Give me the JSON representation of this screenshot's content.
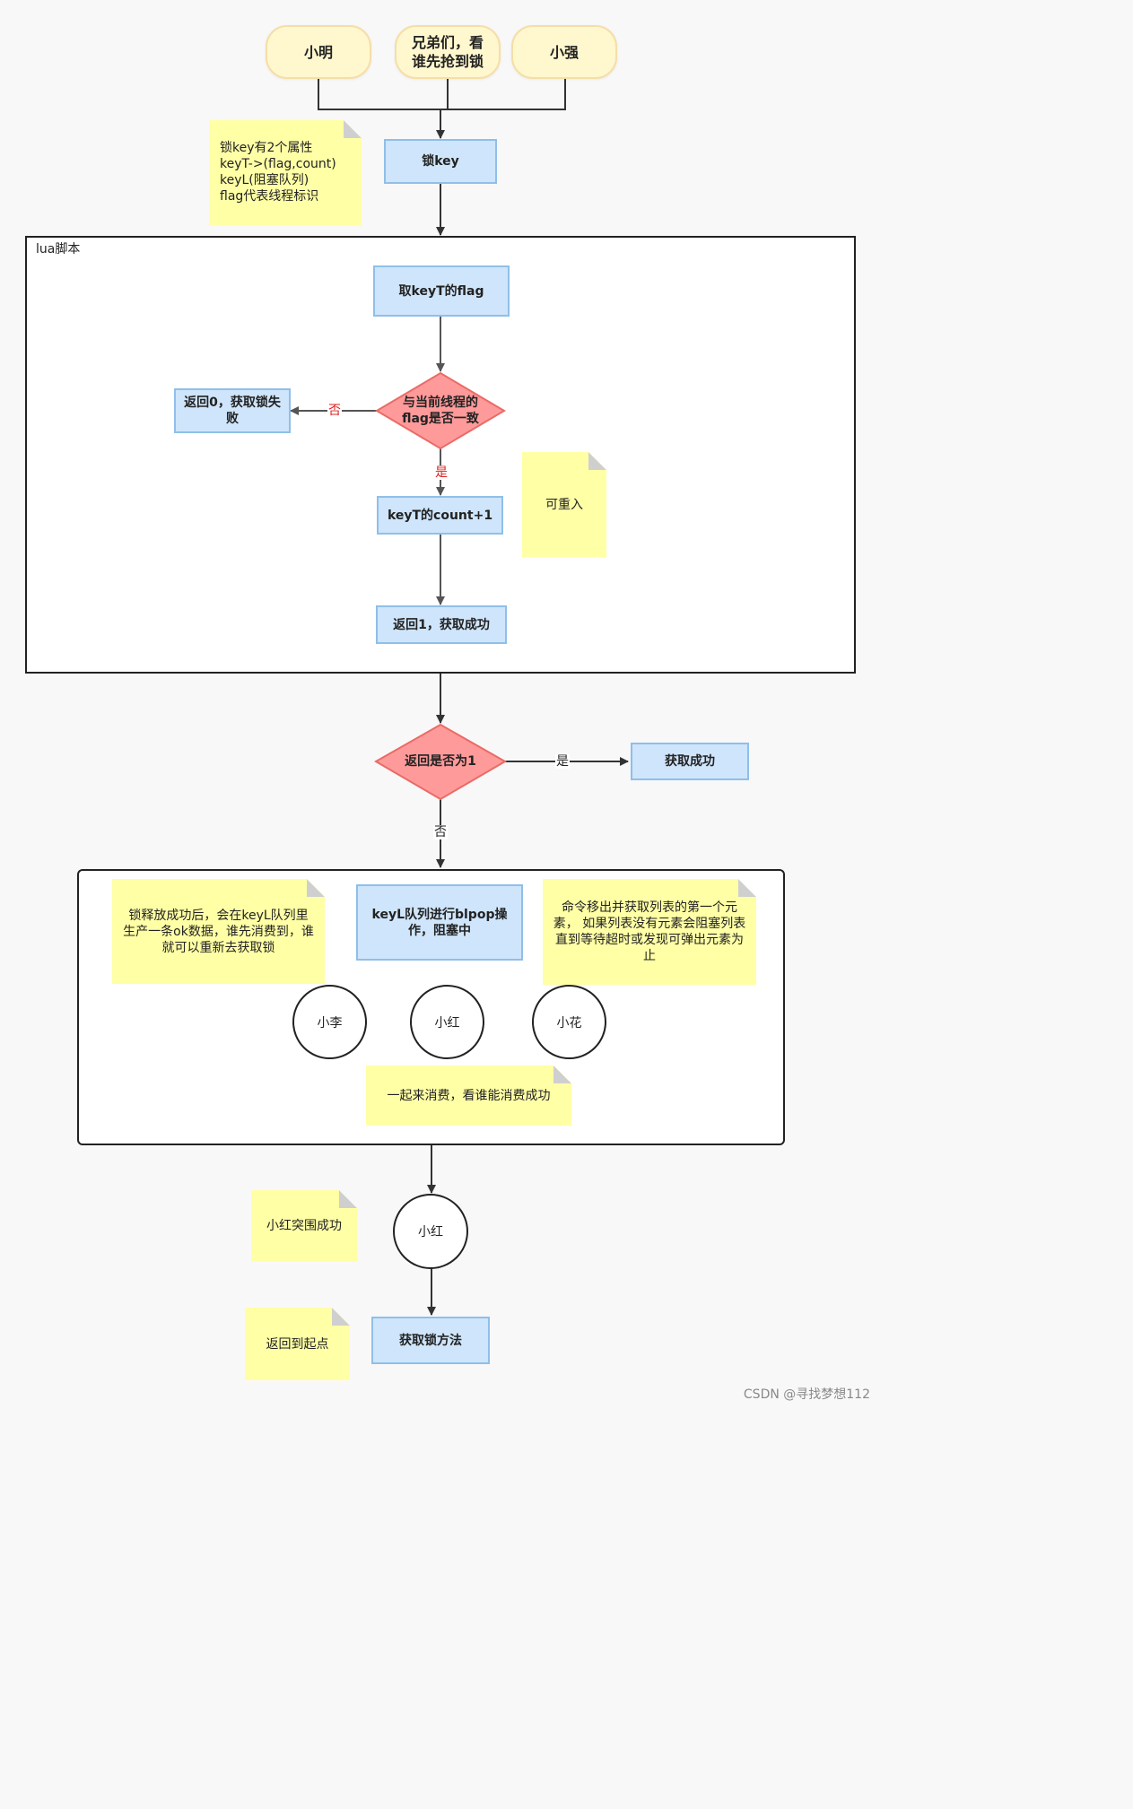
{
  "people": {
    "ming": "小明",
    "center": "兄弟们，看谁先抢到锁",
    "qiang": "小强"
  },
  "lock_key": "锁key",
  "note_attrs": [
    "锁key有2个属性",
    "keyT->(flag,count)",
    "keyL(阻塞队列)",
    "flag代表线程标识"
  ],
  "lua": {
    "label": "lua脚本",
    "get_flag": "取keyT的flag",
    "check": "与当前线程的flag是否一致",
    "fail": "返回0，获取锁失败",
    "count": "keyT的count+1",
    "success": "返回1，获取成功",
    "reentrant": "可重入",
    "no": "否",
    "yes": "是"
  },
  "result_check": "返回是否为1",
  "acquired": "获取成功",
  "edge_yes": "是",
  "edge_no": "否",
  "queue": {
    "note_release": "锁释放成功后，会在keyL队列里生产一条ok数据，谁先消费到，谁就可以重新去获取锁",
    "blpop": "keyL队列进行blpop操作，阻塞中",
    "note_blpop": "命令移出并获取列表的第一个元素， 如果列表没有元素会阻塞列表直到等待超时或发现可弹出元素为止",
    "consumers": [
      "小李",
      "小红",
      "小花"
    ],
    "note_consume": "一起来消费，看谁能消费成功"
  },
  "winner": "小红",
  "note_winner": "小红突围成功",
  "get_lock_method": "获取锁方法",
  "note_back": "返回到起点",
  "watermark": "CSDN @寻找梦想112",
  "colors": {
    "box_fill": "#cfe5fb",
    "box_border": "#8fbfe9",
    "diamond_fill": "#ff9a9a",
    "diamond_border": "#ea6b66",
    "note_fill": "#ffffa6",
    "pill_fill": "#fff8cf"
  }
}
